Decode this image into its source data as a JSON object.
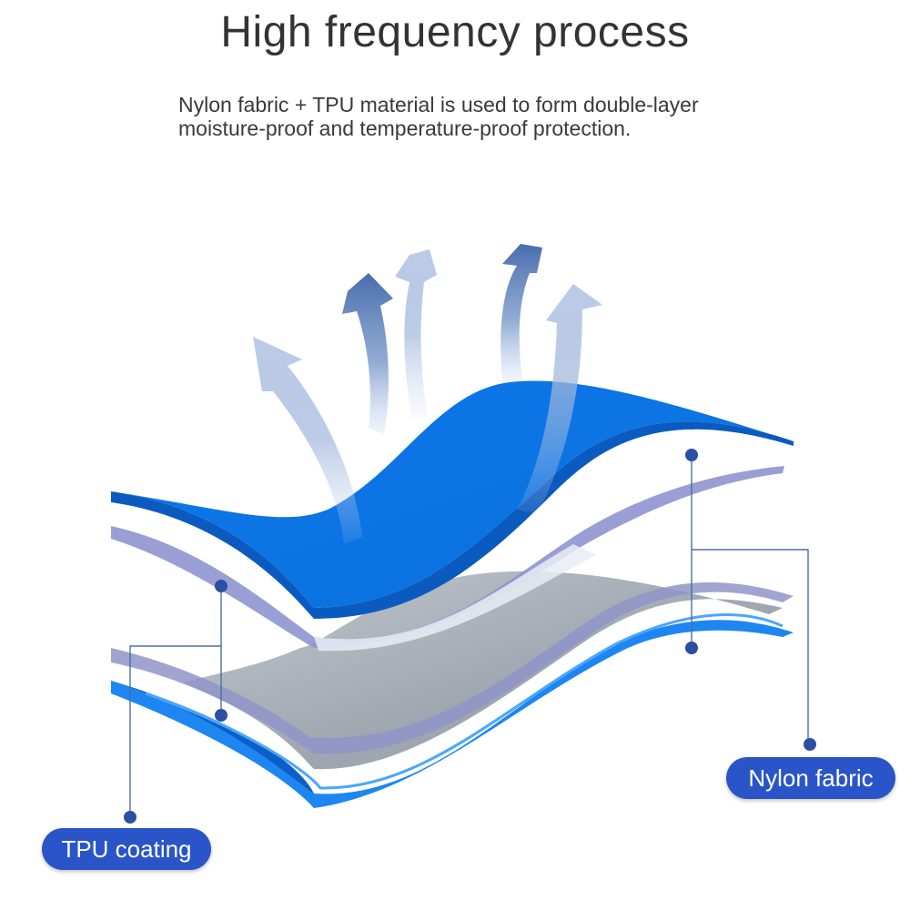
{
  "header": {
    "title": "High frequency process",
    "description_line1": "Nylon fabric + TPU material is used to form double-layer",
    "description_line2": "moisture-proof and temperature-proof protection."
  },
  "labels": {
    "nylon_fabric": "Nylon fabric",
    "tpu_coating": "TPU coating"
  },
  "colors": {
    "nylon_blue": "#0a74e8",
    "tpu_lavender": "#8e93cf",
    "label_pill": "#2a55c9",
    "arrow_blue": "#4f78b5"
  }
}
